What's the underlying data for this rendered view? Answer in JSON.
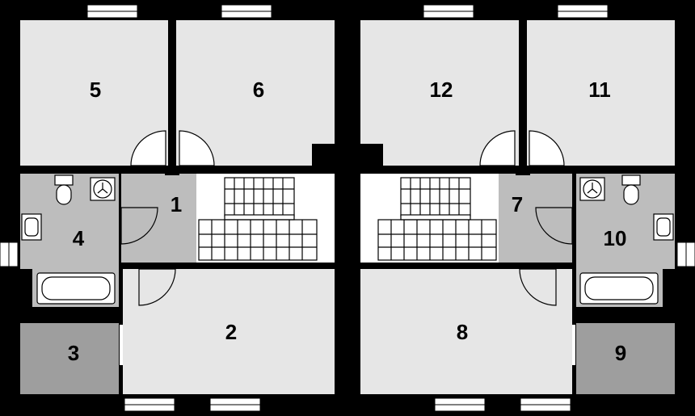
{
  "colors": {
    "wall": "#000000",
    "room_light": "#e6e6e6",
    "room_mid": "#bdbdbd",
    "room_dark": "#9e9e9e",
    "stair": "#ffffff",
    "window": "#ffffff",
    "fixture": "#ffffff"
  },
  "rooms": [
    {
      "id": "r1",
      "label": "1",
      "shade": "mid"
    },
    {
      "id": "r2",
      "label": "2",
      "shade": "light"
    },
    {
      "id": "r3",
      "label": "3",
      "shade": "dark"
    },
    {
      "id": "r4",
      "label": "4",
      "shade": "mid"
    },
    {
      "id": "r5",
      "label": "5",
      "shade": "light"
    },
    {
      "id": "r6",
      "label": "6",
      "shade": "light"
    },
    {
      "id": "r7",
      "label": "7",
      "shade": "mid"
    },
    {
      "id": "r8",
      "label": "8",
      "shade": "light"
    },
    {
      "id": "r9",
      "label": "9",
      "shade": "dark"
    },
    {
      "id": "r10",
      "label": "10",
      "shade": "mid"
    },
    {
      "id": "r11",
      "label": "11",
      "shade": "light"
    },
    {
      "id": "r12",
      "label": "12",
      "shade": "light"
    }
  ],
  "icons": [
    "bathtub-icon",
    "toilet-icon",
    "sink-icon",
    "fan-icon",
    "door-swing-icon",
    "window-icon",
    "staircase-icon"
  ]
}
